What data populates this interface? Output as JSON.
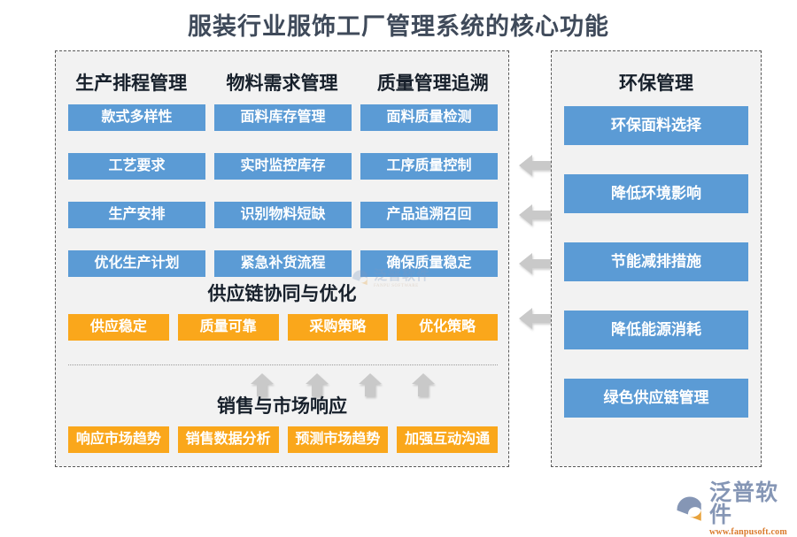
{
  "title": "服装行业服饰工厂管理系统的核心功能",
  "colors": {
    "blue": "#5B9BD5",
    "orange": "#FAA71B",
    "panel_bg": "#F2F2F2",
    "panel_border": "#595959",
    "title_text": "#3F4A5A",
    "arrow": "#C9C9C9"
  },
  "left_panel": {
    "columns": [
      {
        "header": "生产排程管理"
      },
      {
        "header": "物料需求管理"
      },
      {
        "header": "质量管理追溯"
      }
    ],
    "rows": [
      [
        "款式多样性",
        "面料库存管理",
        "面料质量检测"
      ],
      [
        "工艺要求",
        "实时监控库存",
        "工序质量控制"
      ],
      [
        "生产安排",
        "识别物料短缺",
        "产品追溯召回"
      ],
      [
        "优化生产计划",
        "紧急补货流程",
        "确保质量稳定"
      ]
    ],
    "supply_chain": {
      "title": "供应链协同与优化",
      "items": [
        "供应稳定",
        "质量可靠",
        "采购策略",
        "优化策略"
      ]
    },
    "sales": {
      "title": "销售与市场响应",
      "items": [
        "响应市场趋势",
        "销售数据分析",
        "预测市场趋势",
        "加强互动沟通"
      ]
    }
  },
  "right_panel": {
    "header": "环保管理",
    "items": [
      "环保面料选择",
      "降低环境影响",
      "节能减排措施",
      "降低能源消耗",
      "绿色供应链管理"
    ]
  },
  "arrows": {
    "left_arrow_count": 4,
    "up_arrow_count": 4
  },
  "watermark": {
    "cn": "泛普软件",
    "en": "FANPU SOFTWARE"
  },
  "logo": {
    "cn": "泛普软件",
    "url": "www.fanpusoft.com"
  }
}
